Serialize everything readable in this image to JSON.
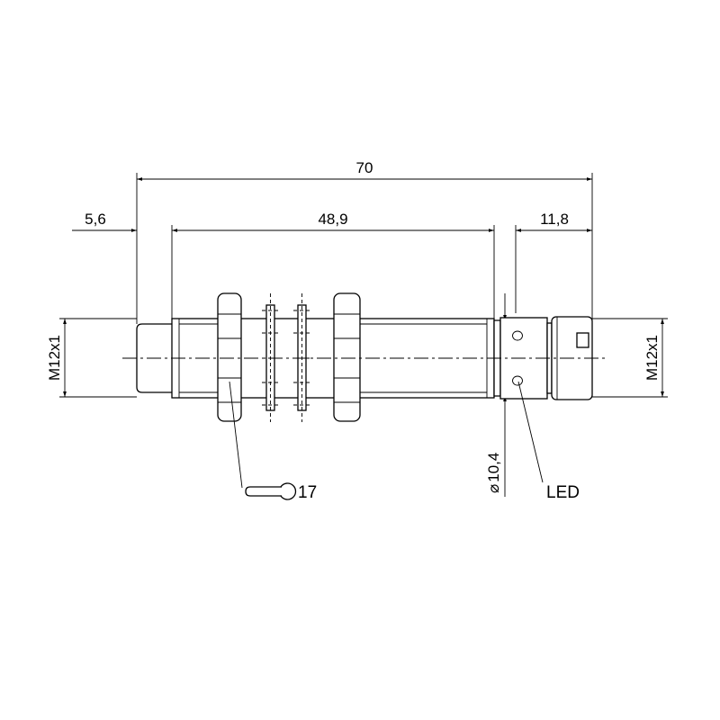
{
  "dimensions": {
    "overall_length": "70",
    "front_thread_length": "5,6",
    "thread_length": "48,9",
    "connector_length": "11,8",
    "thread_size_left": "M12x1",
    "thread_size_right": "M12x1",
    "diameter": "10,4"
  },
  "callouts": {
    "wrench_size": "17",
    "led": "LED"
  },
  "symbols": {
    "diameter": "⌀"
  }
}
